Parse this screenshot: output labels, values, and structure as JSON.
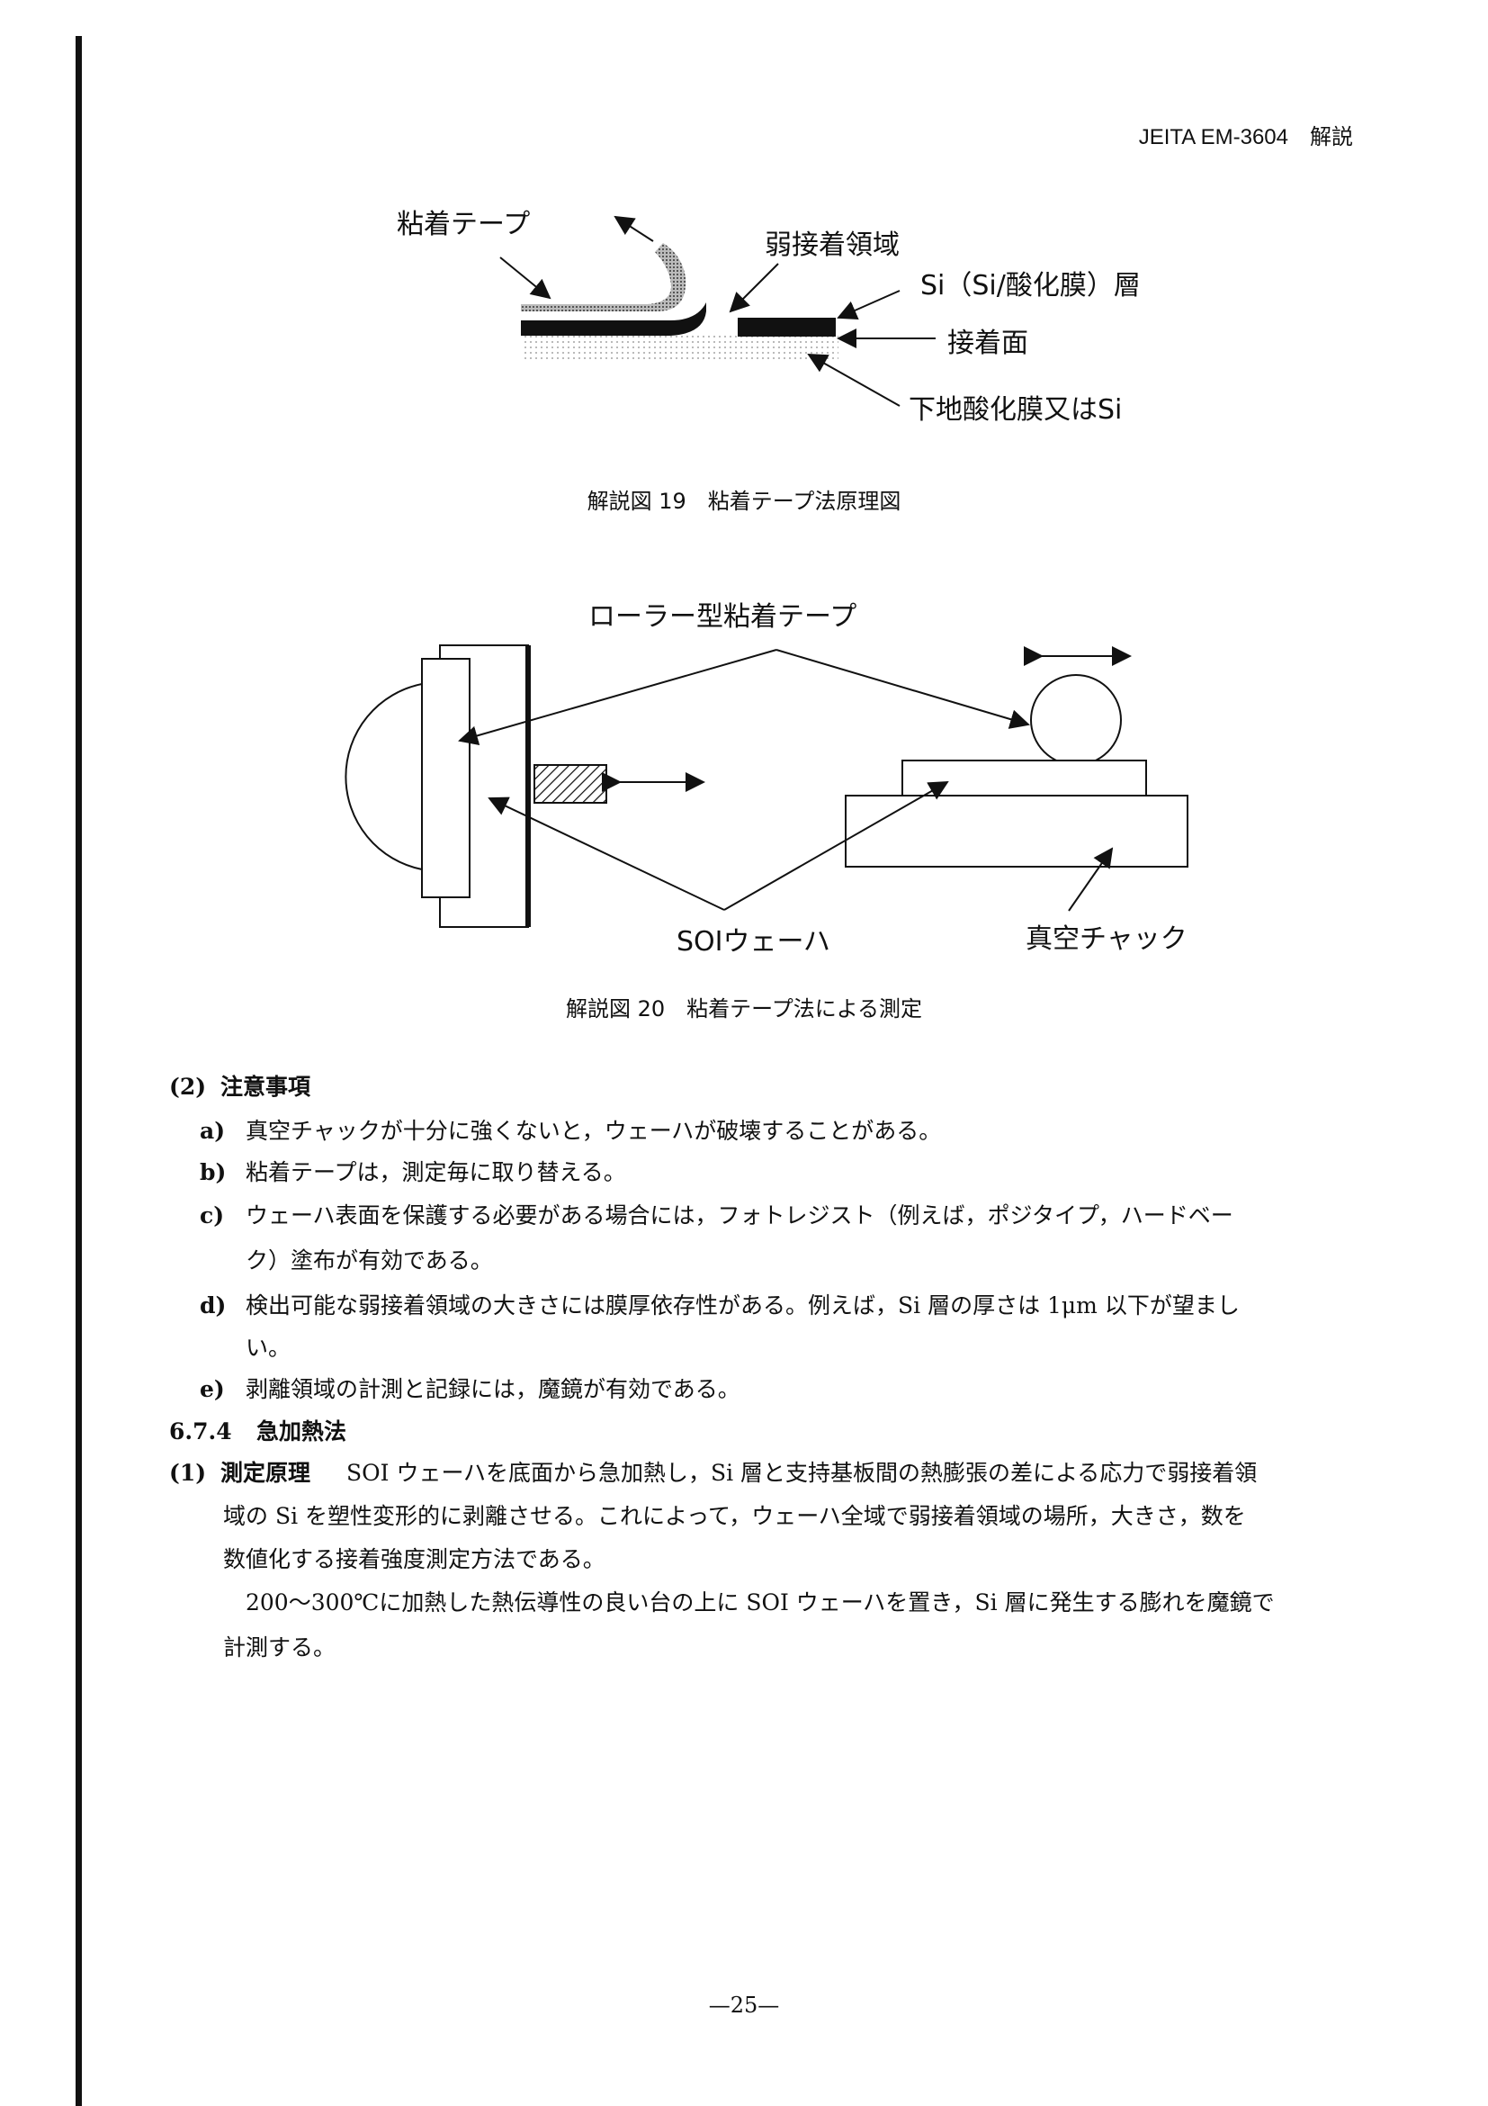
{
  "header": "JEITA EM-3604　解説",
  "fig19": {
    "labels": {
      "tape": "粘着テープ",
      "weak": "弱接着領域",
      "si_layer": "Si（Si/酸化膜）層",
      "bond": "接着面",
      "base": "下地酸化膜又はSi"
    },
    "caption": "解説図 19　粘着テープ法原理図"
  },
  "fig20": {
    "labels": {
      "roller": "ローラー型粘着テープ",
      "soi": "SOIウェーハ",
      "chuck": "真空チャック"
    },
    "caption": "解説図 20　粘着テープ法による測定"
  },
  "section2": {
    "heading_num": "(2)",
    "heading": "注意事項",
    "items": [
      {
        "k": "a)",
        "lines": [
          "真空チャックが十分に強くないと，ウェーハが破壊することがある。"
        ]
      },
      {
        "k": "b)",
        "lines": [
          "粘着テープは，測定毎に取り替える。"
        ]
      },
      {
        "k": "c)",
        "lines": [
          "ウェーハ表面を保護する必要がある場合には，フォトレジスト（例えば，ポジタイプ，ハードベー",
          "ク）塗布が有効である。"
        ]
      },
      {
        "k": "d)",
        "lines": [
          "検出可能な弱接着領域の大きさには膜厚依存性がある。例えば，Si 層の厚さは 1μm 以下が望まし",
          "い。"
        ]
      },
      {
        "k": "e)",
        "lines": [
          "剥離領域の計測と記録には，魔鏡が有効である。"
        ]
      }
    ]
  },
  "section674": {
    "num": "6.7.4",
    "title": "急加熱法"
  },
  "section1": {
    "num": "(1)",
    "title": "測定原理",
    "lines": [
      "SOI ウェーハを底面から急加熱し，Si 層と支持基板間の熱膨張の差による応力で弱接着領",
      "域の Si を塑性変形的に剥離させる。これによって，ウェーハ全域で弱接着領域の場所，大きさ，数を",
      "数値化する接着強度測定方法である。",
      "200〜300℃に加熱した熱伝導性の良い台の上に SOI ウェーハを置き，Si 層に発生する膨れを魔鏡で",
      "計測する。"
    ]
  },
  "footer": "—25—"
}
